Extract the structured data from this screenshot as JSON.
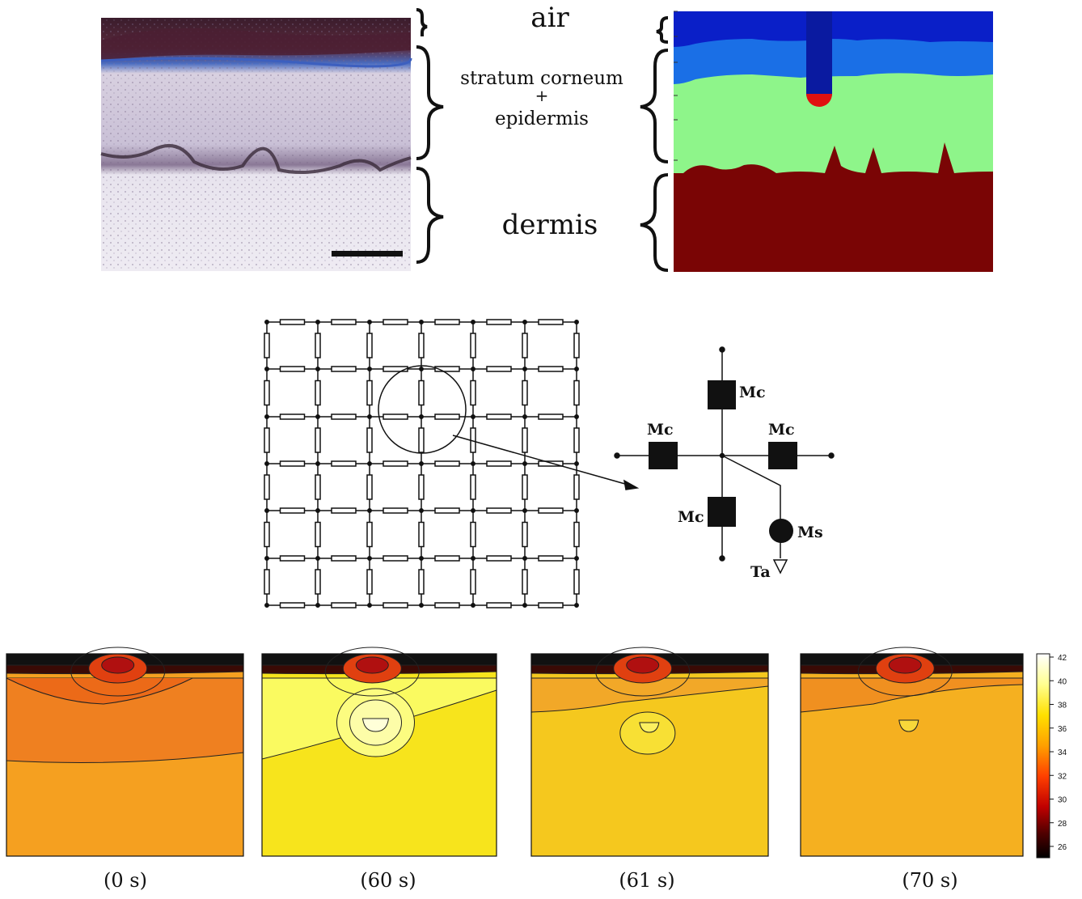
{
  "top": {
    "layer_labels": {
      "air": "air",
      "stratum_line1": "stratum corneum",
      "stratum_line2": "+",
      "stratum_line3": "epidermis",
      "dermis": "dermis"
    },
    "model_colors": {
      "air": "#0a1fc8",
      "stratum": "#1a6fe6",
      "epidermis": "#8ef58a",
      "dermis": "#7a0505",
      "probe": "#0a1aa0",
      "probe_tip": "#e01010"
    }
  },
  "circuit": {
    "labels": {
      "mc_top": "Mc",
      "mc_left": "Mc",
      "mc_right": "Mc",
      "mc_bottom": "Mc",
      "ms": "Ms",
      "ta": "Ta"
    }
  },
  "thermal": {
    "panels": [
      {
        "caption": "(0 s)"
      },
      {
        "caption": "(60 s)"
      },
      {
        "caption": "(61 s)"
      },
      {
        "caption": "(70 s)"
      }
    ],
    "colorbar_ticks": [
      "42",
      "40",
      "38",
      "36",
      "34",
      "32",
      "30",
      "28",
      "26"
    ]
  }
}
